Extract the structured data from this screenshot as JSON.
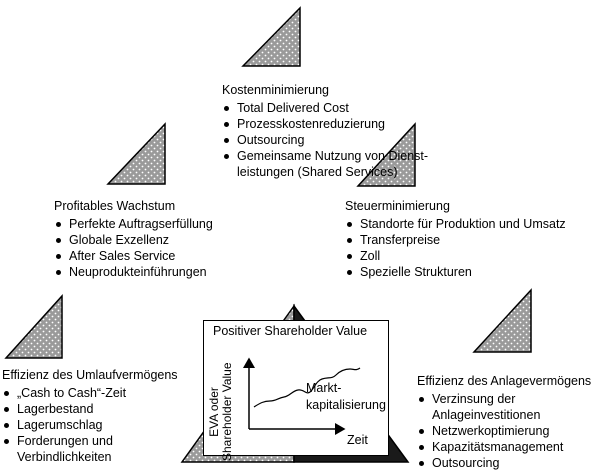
{
  "center": {
    "title": "Kostenminimierung",
    "items": [
      "Total Delivered Cost",
      "Prozesskostenreduzierung",
      "Outsourcing",
      "Gemeinsame Nutzung von Dienst-"
    ],
    "item_continuation": "leistungen (Shared Services)"
  },
  "left_upper": {
    "title": "Profitables Wachstum",
    "items": [
      "Perfekte Auftragserfüllung",
      "Globale Exzellenz",
      "After Sales Service",
      "Neuprodukteinführungen"
    ]
  },
  "right_upper": {
    "title": "Steuerminimierung",
    "items": [
      "Standorte für Produktion und Umsatz",
      "Transferpreise",
      "Zoll",
      "Spezielle Strukturen"
    ]
  },
  "left_lower": {
    "title": "Effizienz des Umlaufvermögens",
    "items": [
      "„Cash to Cash“-Zeit",
      "Lagerbestand",
      "Lagerumschlag",
      "Forderungen und"
    ],
    "item_continuation": "Verbindlichkeiten"
  },
  "right_lower": {
    "title": "Effizienz des Anlagevermögens",
    "items": [
      "Verzinsung der"
    ],
    "item_continuation": "Anlageinvestitionen",
    "items_after": [
      "Netzwerkoptimierung",
      "Kapazitätsmanagement",
      "Outsourcing"
    ]
  },
  "chart": {
    "title": "Positiver Shareholder Value",
    "ylabel_line1": "EVA oder",
    "ylabel_line2": "Shareholder Value",
    "series_line1": "Markt-",
    "series_line2": "kapitalisierung",
    "xlabel": "Zeit"
  },
  "colors": {
    "triangle_fill": "#9a9a9a",
    "dot_color": "#ffffff",
    "outline": "#000000"
  }
}
